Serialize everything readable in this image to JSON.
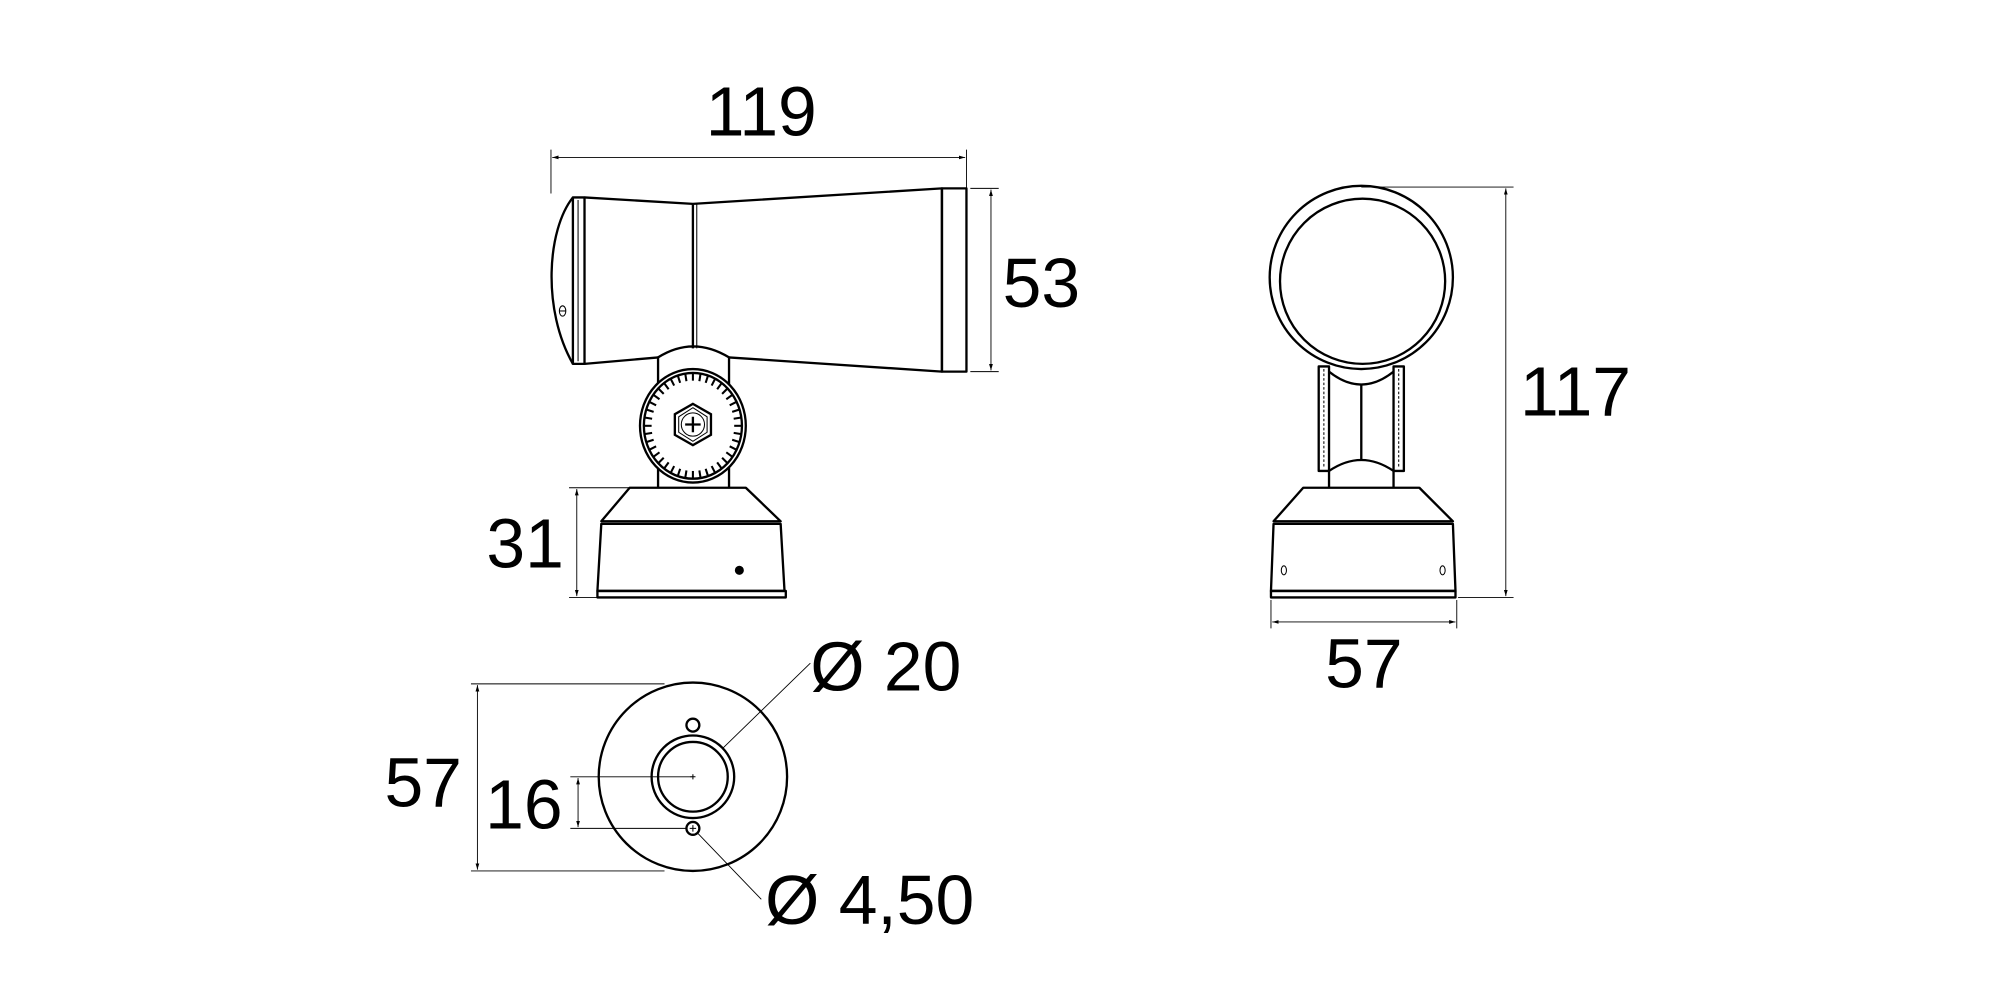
{
  "drawing": {
    "side_view": {
      "length_label": "119",
      "head_height_label": "53",
      "base_height_label": "31"
    },
    "front_view": {
      "total_height_label": "117",
      "base_width_label": "57"
    },
    "bottom_view": {
      "diameter_label": "57",
      "hole_spacing_label": "16",
      "center_hole_label": "Ø 20",
      "screw_hole_label": "Ø 4,50"
    },
    "colors": {
      "line": "#000000",
      "background": "#ffffff"
    }
  }
}
